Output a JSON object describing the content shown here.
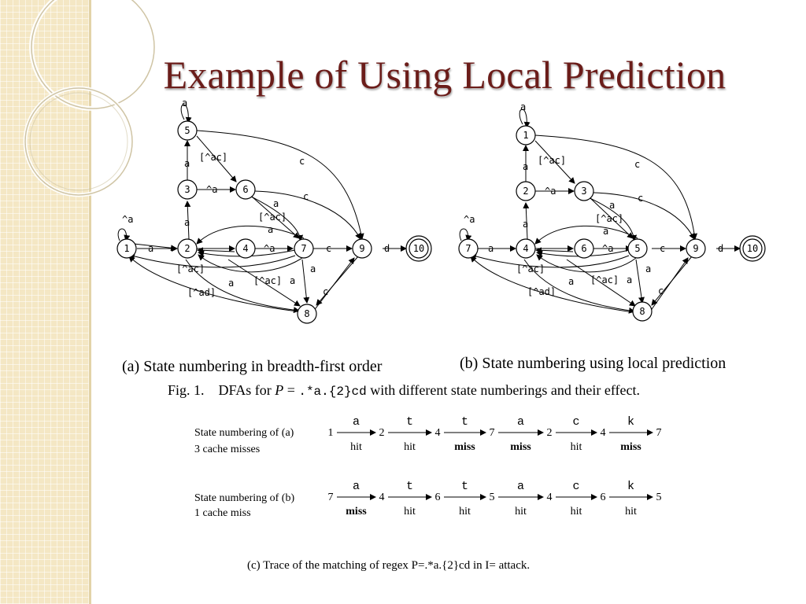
{
  "slide": {
    "title": "Example of Using Local Prediction"
  },
  "dfa_a": {
    "caption": "(a) State numbering in breadth-first order",
    "states": [
      "1",
      "2",
      "3",
      "4",
      "5",
      "6",
      "7",
      "8",
      "9",
      "10"
    ],
    "labels": [
      "a",
      "[^ac]",
      "a",
      "^a",
      "c",
      "c",
      "a",
      "[^ac]",
      "^a",
      "a",
      "a",
      "a",
      "^a",
      "c",
      "d",
      "[^ac]",
      "a",
      "a",
      "[^ac]",
      "a",
      "[^ad]",
      "c"
    ]
  },
  "dfa_b": {
    "caption": "(b) State numbering using local prediction",
    "states": [
      "1",
      "2",
      "3",
      "4",
      "5",
      "6",
      "7",
      "8",
      "9",
      "10"
    ],
    "labels": [
      "a",
      "[^ac]",
      "a",
      "^a",
      "c",
      "c",
      "a",
      "[^ac]",
      "^a",
      "a",
      "a",
      "a",
      "^a",
      "c",
      "d",
      "[^ac]",
      "a",
      "a",
      "[^ac]",
      "a",
      "[^ad]",
      "c"
    ]
  },
  "figure": {
    "prefix": "Fig. 1.",
    "text_before": "DFAs for",
    "formula_p": "P",
    "formula_eq": " = ",
    "formula_regex": ".*a.{2}cd",
    "text_after": "with different state numberings and their effect."
  },
  "trace": {
    "input_chars": [
      "a",
      "t",
      "t",
      "a",
      "c",
      "k"
    ],
    "row_a": {
      "label1": "State numbering of (a)",
      "label2": "3 cache misses",
      "states": [
        "1",
        "2",
        "4",
        "7",
        "2",
        "4",
        "7"
      ],
      "results": [
        "hit",
        "hit",
        "miss",
        "miss",
        "hit",
        "miss"
      ]
    },
    "row_b": {
      "label1": "State numbering of (b)",
      "label2": "1 cache miss",
      "states": [
        "7",
        "4",
        "6",
        "5",
        "4",
        "6",
        "5"
      ],
      "results": [
        "miss",
        "hit",
        "hit",
        "hit",
        "hit",
        "hit"
      ]
    },
    "caption": "(c) Trace of the matching of regex P=.*a.{2}cd in I= attack."
  }
}
